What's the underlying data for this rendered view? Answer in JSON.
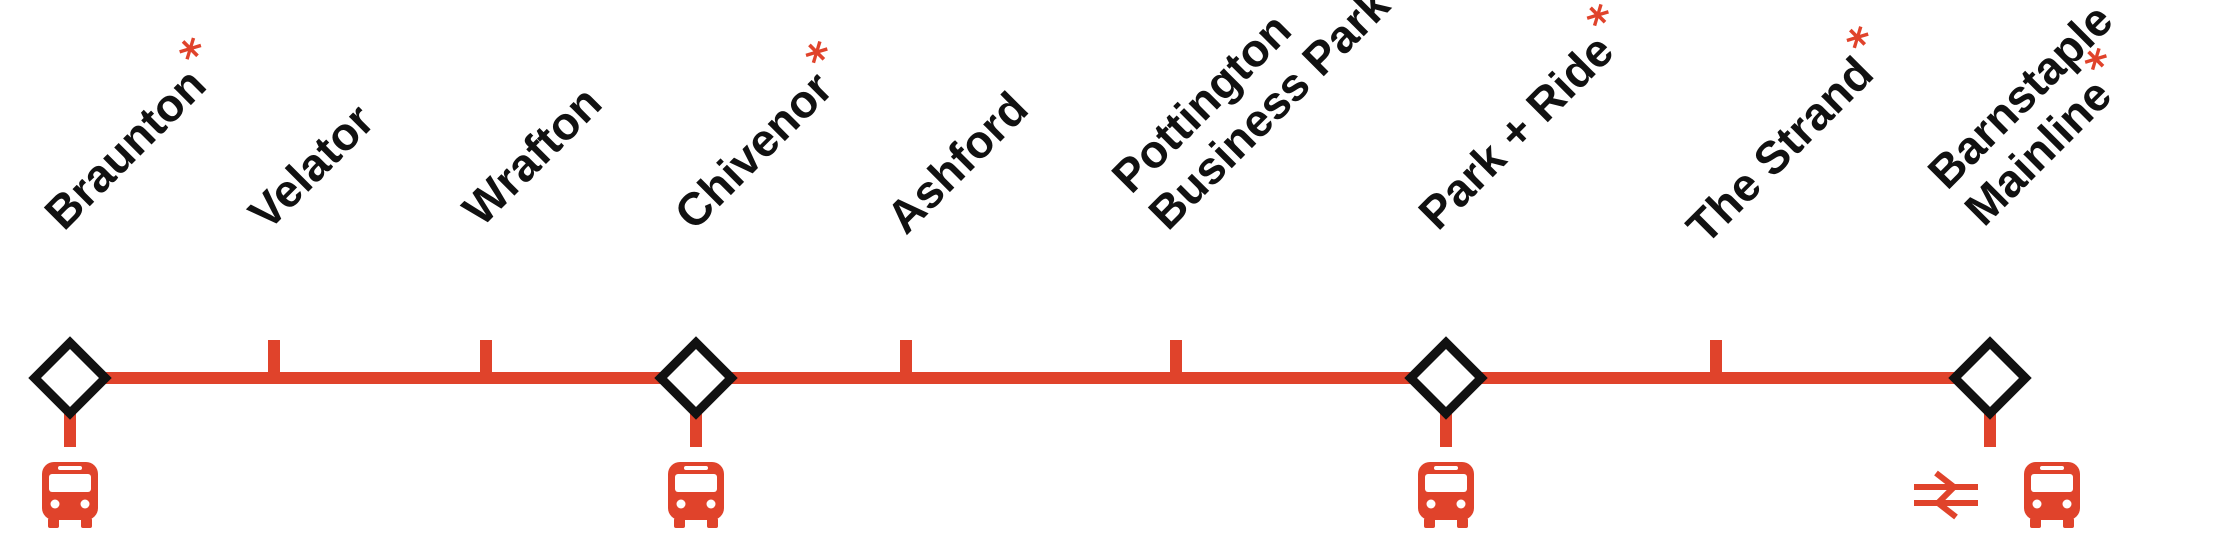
{
  "colors": {
    "line": "#e0432b",
    "interchange_stroke": "#111111",
    "interchange_fill": "#ffffff",
    "label": "#111111",
    "highlight": "#e0432b"
  },
  "marker_glyph": "*",
  "stops": [
    {
      "name_lines": [
        "Braunton"
      ],
      "marked": true,
      "type": "interchange",
      "connections": [
        "bus-icon"
      ]
    },
    {
      "name_lines": [
        "Velator"
      ],
      "marked": false,
      "type": "stop",
      "connections": []
    },
    {
      "name_lines": [
        "Wrafton"
      ],
      "marked": false,
      "type": "stop",
      "connections": []
    },
    {
      "name_lines": [
        "Chivenor"
      ],
      "marked": true,
      "type": "interchange",
      "connections": [
        "bus-icon"
      ]
    },
    {
      "name_lines": [
        "Ashford"
      ],
      "marked": false,
      "type": "stop",
      "connections": []
    },
    {
      "name_lines": [
        "Pottington",
        "Business Park"
      ],
      "marked": true,
      "type": "stop",
      "connections": []
    },
    {
      "name_lines": [
        "Park + Ride"
      ],
      "marked": true,
      "type": "interchange",
      "connections": [
        "bus-icon"
      ]
    },
    {
      "name_lines": [
        "The Strand"
      ],
      "marked": true,
      "type": "stop",
      "connections": []
    },
    {
      "name_lines": [
        "Barnstaple",
        "Mainline"
      ],
      "marked": true,
      "type": "interchange",
      "connections": [
        "national-rail-icon",
        "bus-icon"
      ]
    }
  ]
}
